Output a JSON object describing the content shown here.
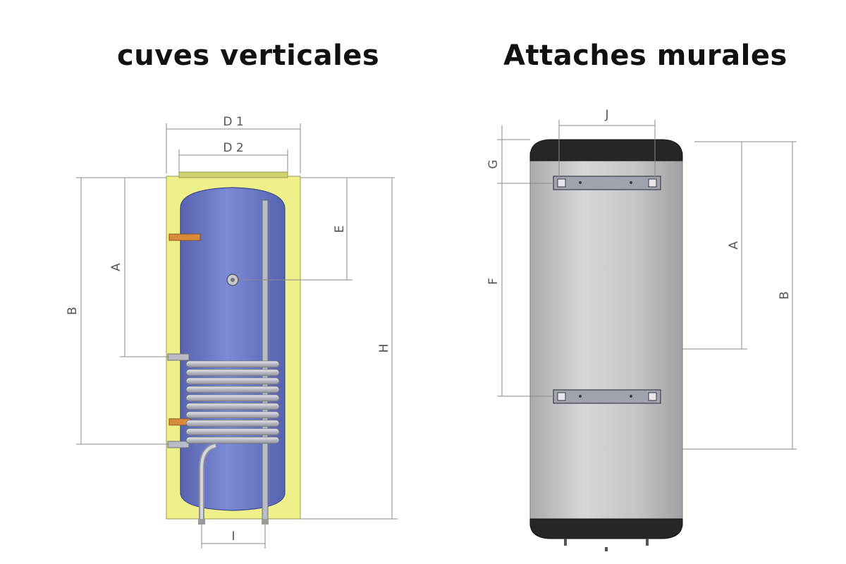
{
  "titles": {
    "left": "cuves verticales",
    "right": "Attaches murales"
  },
  "left_diagram": {
    "labels": {
      "d1": "D 1",
      "d2": "D 2",
      "a": "A",
      "b": "B",
      "e": "E",
      "h": "H",
      "i": "I"
    }
  },
  "right_diagram": {
    "labels": {
      "j": "J",
      "g": "G",
      "f": "F",
      "a": "A",
      "b": "B"
    }
  },
  "colors": {
    "insulation": "#eef089",
    "tank": "#6a78c6",
    "coil": "#b9bcc4",
    "copper": "#d98a3a",
    "steel_body": "#c9cacc",
    "caps": "#262626"
  }
}
